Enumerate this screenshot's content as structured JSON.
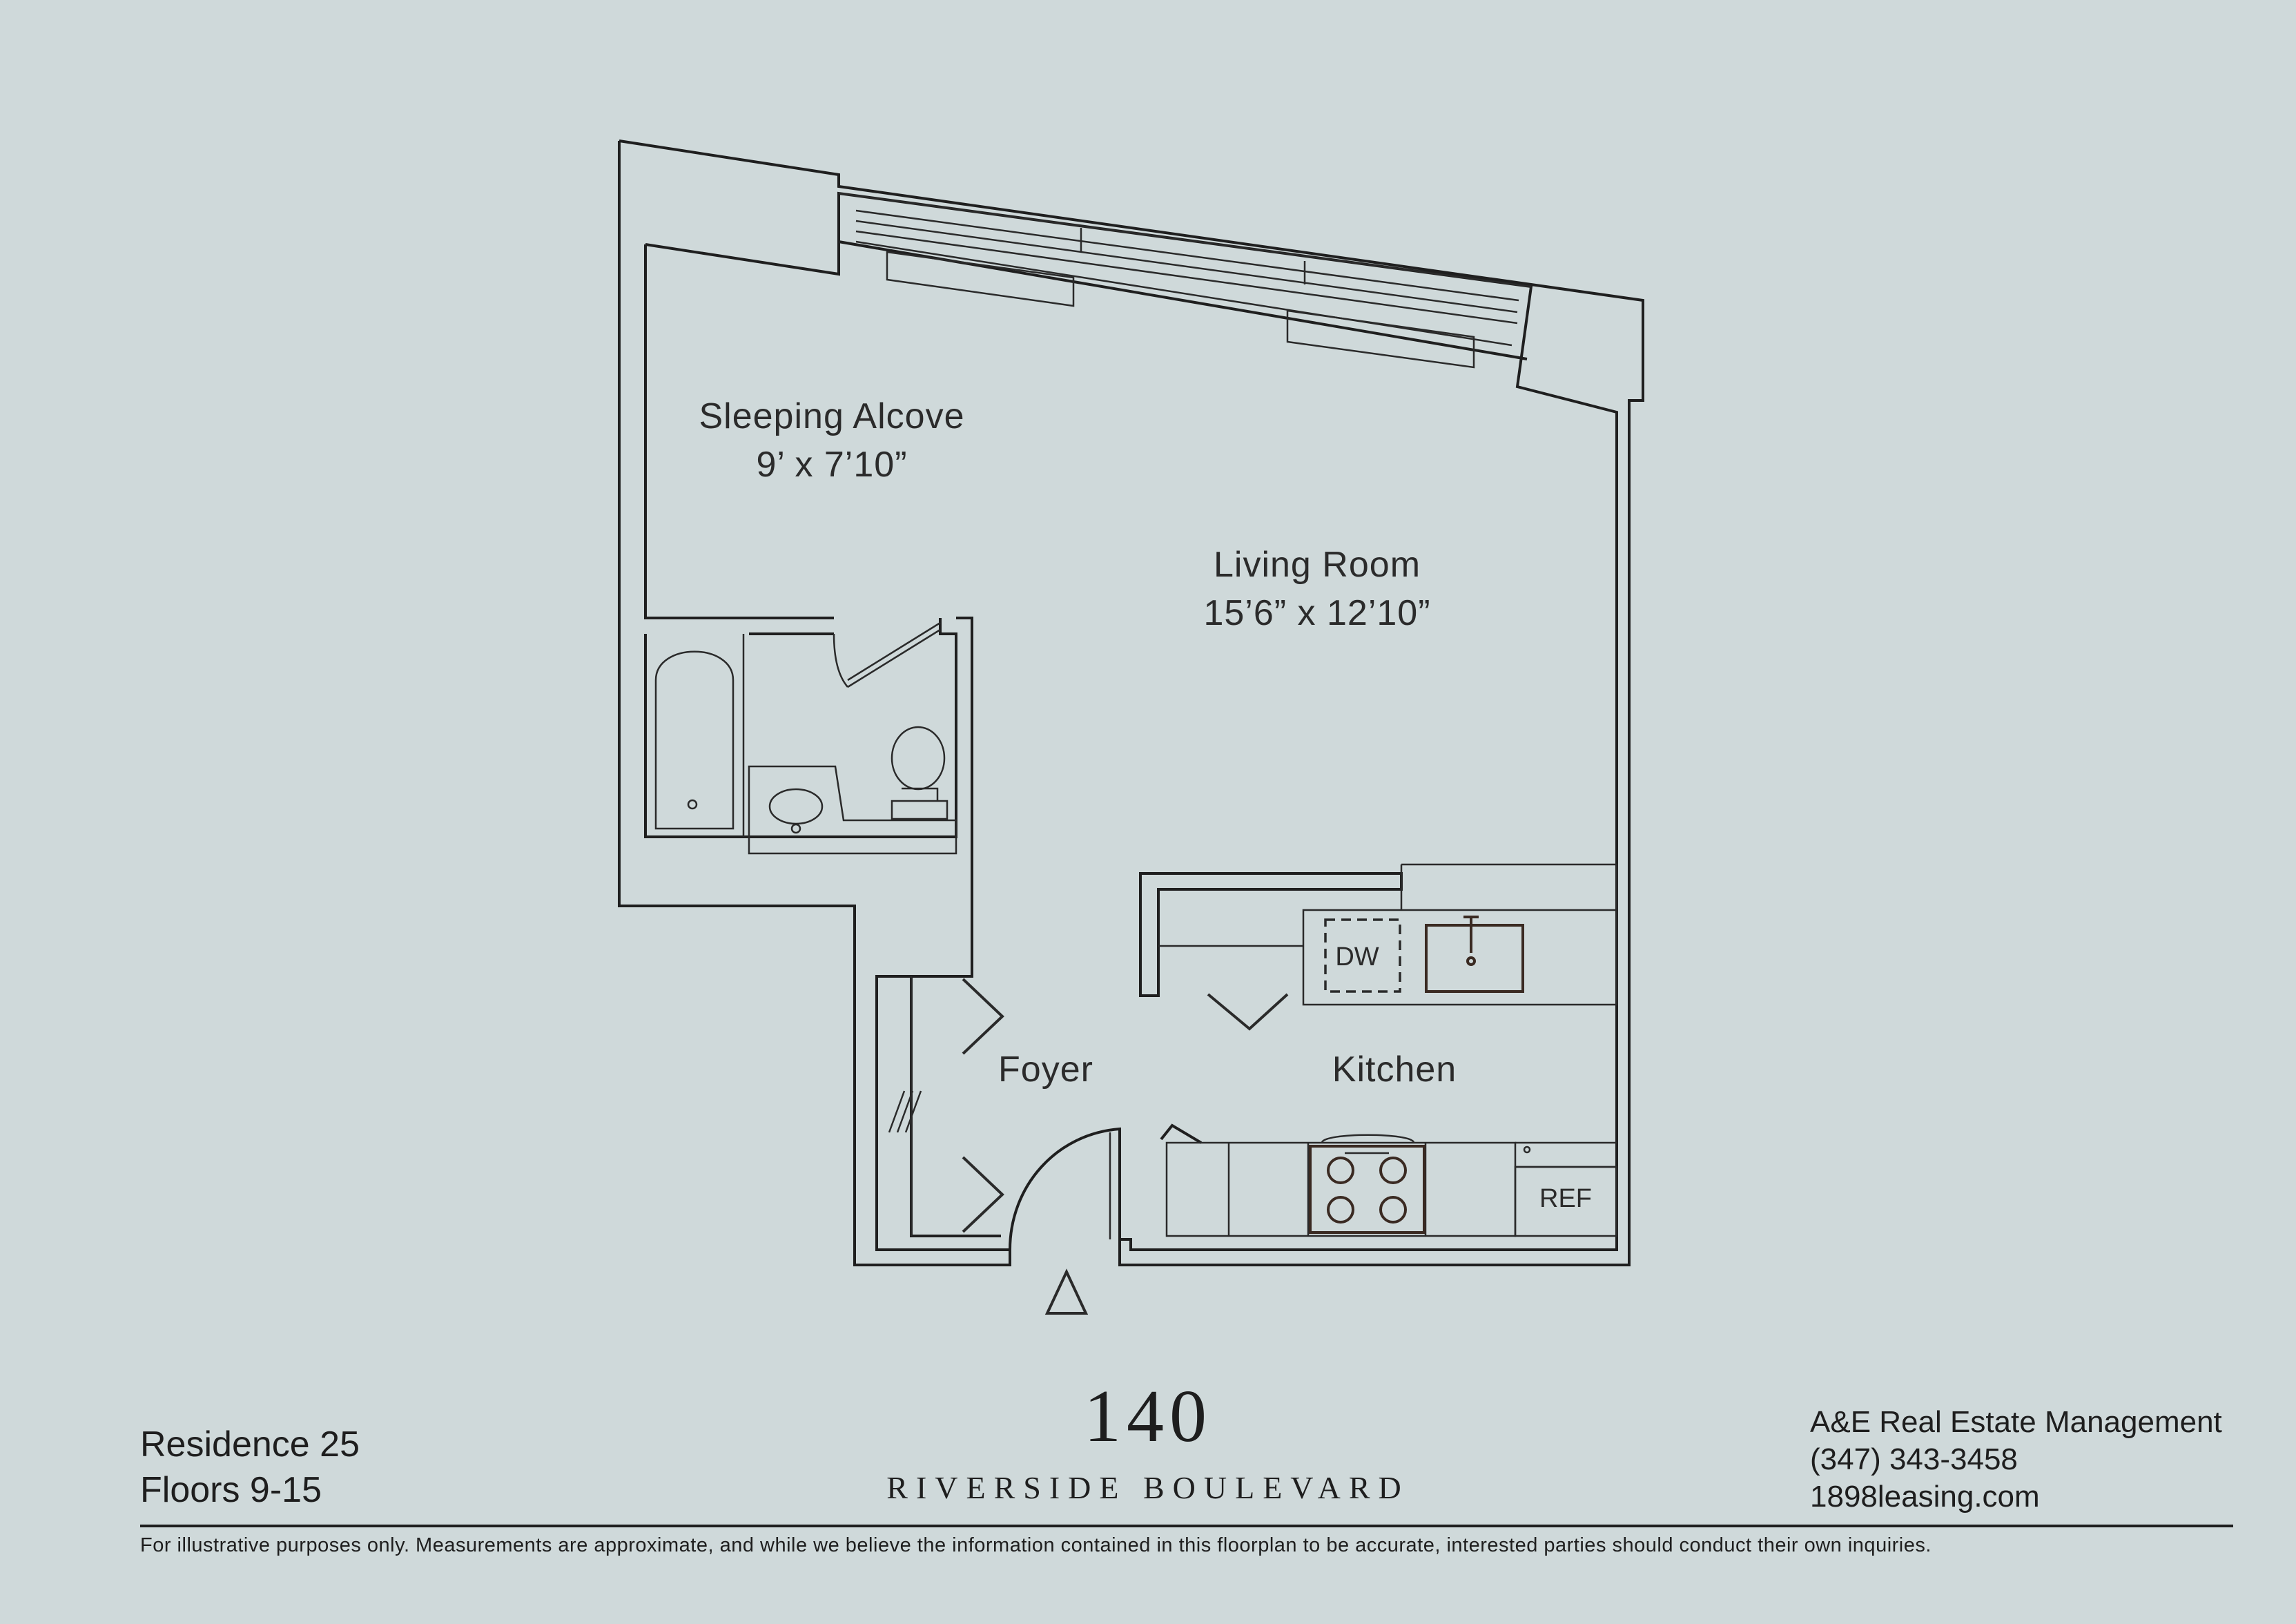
{
  "rooms": {
    "sleeping_alcove": {
      "name": "Sleeping Alcove",
      "dims": "9’ x 7’10”"
    },
    "living_room": {
      "name": "Living Room",
      "dims": "15’6” x 12’10”"
    },
    "foyer": {
      "name": "Foyer"
    },
    "kitchen": {
      "name": "Kitchen"
    }
  },
  "appliances": {
    "dishwasher": "DW",
    "refrigerator": "REF"
  },
  "residence": {
    "name": "Residence 25",
    "floors": "Floors 9-15"
  },
  "building": {
    "number": "140",
    "street": "RIVERSIDE BOULEVARD"
  },
  "agent": {
    "company": "A&E Real Estate Management",
    "phone": "(347) 343-3458",
    "website": "1898leasing.com"
  },
  "disclaimer": "For illustrative purposes only.  Measurements are approximate, and while we believe the information contained in this floorplan to be accurate, interested parties should conduct their own inquiries.",
  "colors": {
    "background": "#cfd9da",
    "linework": "#1f1f1f",
    "fixtures": "#3a2a22"
  }
}
